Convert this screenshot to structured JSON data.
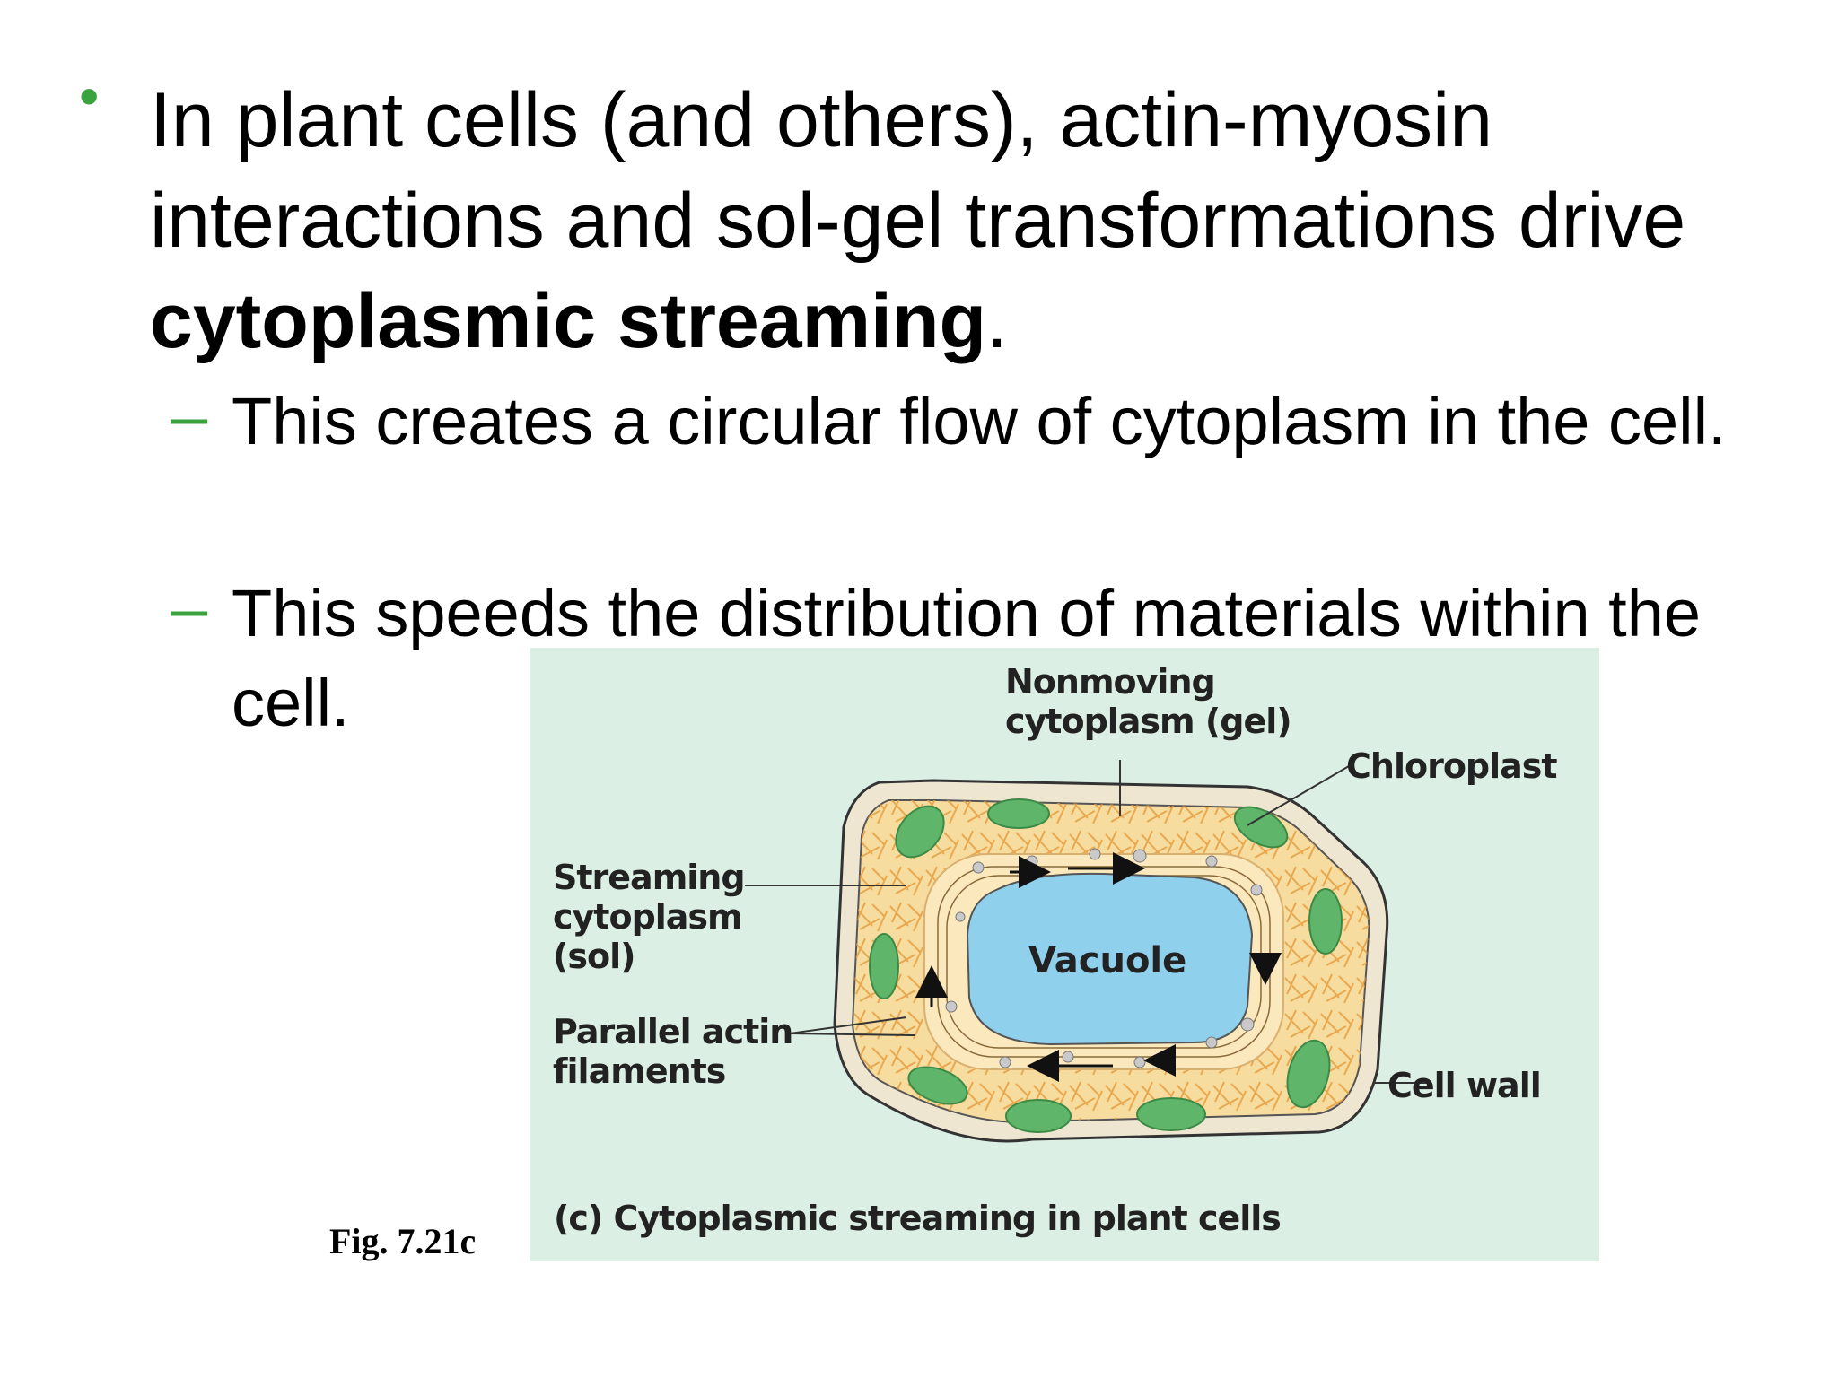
{
  "bullet": {
    "text_before": "In plant cells (and others), actin-myosin interactions and sol-gel transformations drive ",
    "bold": "cytoplasmic streaming",
    "text_after": "."
  },
  "subbullets": [
    "This creates a circular flow of cytoplasm in the cell.",
    "This speeds the distribution of materials within the cell."
  ],
  "figure": {
    "fig_number": "Fig. 7.21c",
    "labels": {
      "nonmoving": "Nonmoving\ncytoplasm (gel)",
      "chloroplast": "Chloroplast",
      "streaming": "Streaming\ncytoplasm\n(sol)",
      "vacuole": "Vacuole",
      "actin": "Parallel actin\nfilaments",
      "cell_wall": "Cell wall"
    },
    "caption": "(c) Cytoplasmic streaming in plant cells",
    "colors": {
      "background": "#dcefe4",
      "cytoplasm": "#f7dc9f",
      "vacuole": "#8fd0ec",
      "chloroplast": "#5fb56a",
      "cell_wall": "#efe6d2",
      "filaments": "#e69a3a"
    }
  }
}
